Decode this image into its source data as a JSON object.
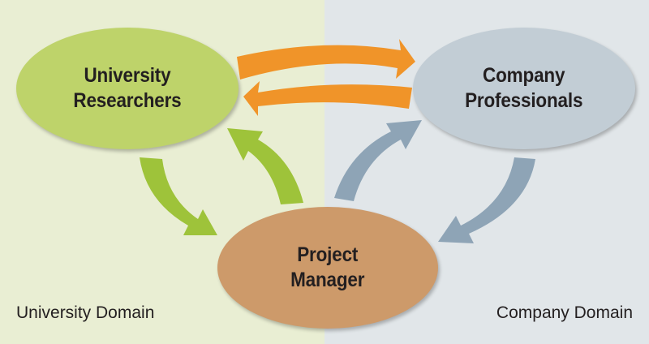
{
  "domains": {
    "left": {
      "label": "University Domain"
    },
    "right": {
      "label": "Company Domain"
    }
  },
  "nodes": {
    "university": {
      "line1": "University",
      "line2": "Researchers"
    },
    "company": {
      "line1": "Company",
      "line2": "Professionals"
    },
    "manager": {
      "line1": "Project",
      "line2": "Manager"
    }
  },
  "colors": {
    "university_bg": "#e9eed3",
    "company_bg": "#e1e6e9",
    "university_node": "#bed36a",
    "company_node": "#c2cdd5",
    "manager_node": "#cd9a6a",
    "orange_arrow": "#f09429",
    "green_arrow": "#9ec33a",
    "blue_arrow": "#8ea4b6"
  }
}
